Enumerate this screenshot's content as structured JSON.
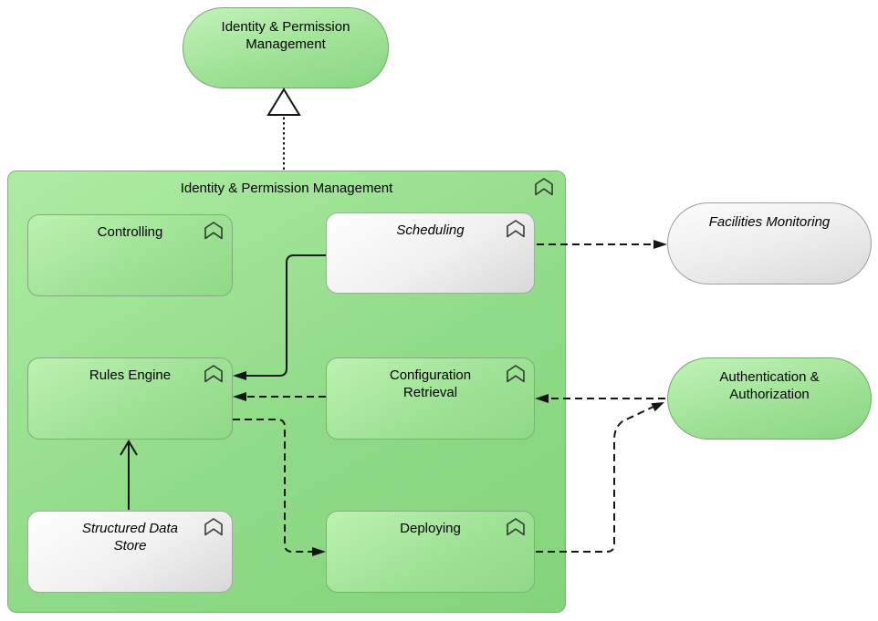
{
  "diagram_type": "archimate-view",
  "top_service": {
    "label": "Identity & Permission Management"
  },
  "container": {
    "label": "Identity & Permission Management"
  },
  "nodes": {
    "controlling": {
      "label": "Controlling"
    },
    "scheduling": {
      "label": "Scheduling"
    },
    "facilities_monitoring": {
      "label": "Facilities Monitoring"
    },
    "rules_engine": {
      "label": "Rules Engine"
    },
    "configuration_retrieval": {
      "label": "Configuration Retrieval"
    },
    "authentication_authorization": {
      "label": "Authentication & Authorization"
    },
    "structured_data_store": {
      "label": "Structured Data Store"
    },
    "deploying": {
      "label": "Deploying"
    }
  },
  "edges": [
    {
      "from": "identity_permission_function",
      "to": "identity_permission_service",
      "type": "realization",
      "style": "dotted-hollow-triangle"
    },
    {
      "from": "scheduling",
      "to": "facilities_monitoring",
      "type": "flow",
      "style": "dashed-filled-arrow"
    },
    {
      "from": "scheduling",
      "to": "rules_engine",
      "type": "triggering",
      "style": "solid-filled-arrow"
    },
    {
      "from": "configuration_retrieval",
      "to": "rules_engine",
      "type": "flow",
      "style": "dashed-filled-arrow"
    },
    {
      "from": "authentication_authorization",
      "to": "configuration_retrieval",
      "type": "flow",
      "style": "dashed-filled-arrow"
    },
    {
      "from": "structured_data_store",
      "to": "rules_engine",
      "type": "serving",
      "style": "solid-open-arrow"
    },
    {
      "from": "rules_engine",
      "to": "deploying",
      "type": "flow",
      "style": "dashed-filled-arrow"
    },
    {
      "from": "deploying",
      "to": "authentication_authorization",
      "type": "flow",
      "style": "dashed-filled-arrow"
    }
  ],
  "colors": {
    "node_green_light": "#bcf2b0",
    "node_green_dark": "#8fd986",
    "container_green_light": "#aeeca3",
    "container_green_dark": "#84d47c",
    "node_gray_light": "#ffffff",
    "node_gray_dark": "#d8d8d8",
    "edge": "#151515"
  }
}
